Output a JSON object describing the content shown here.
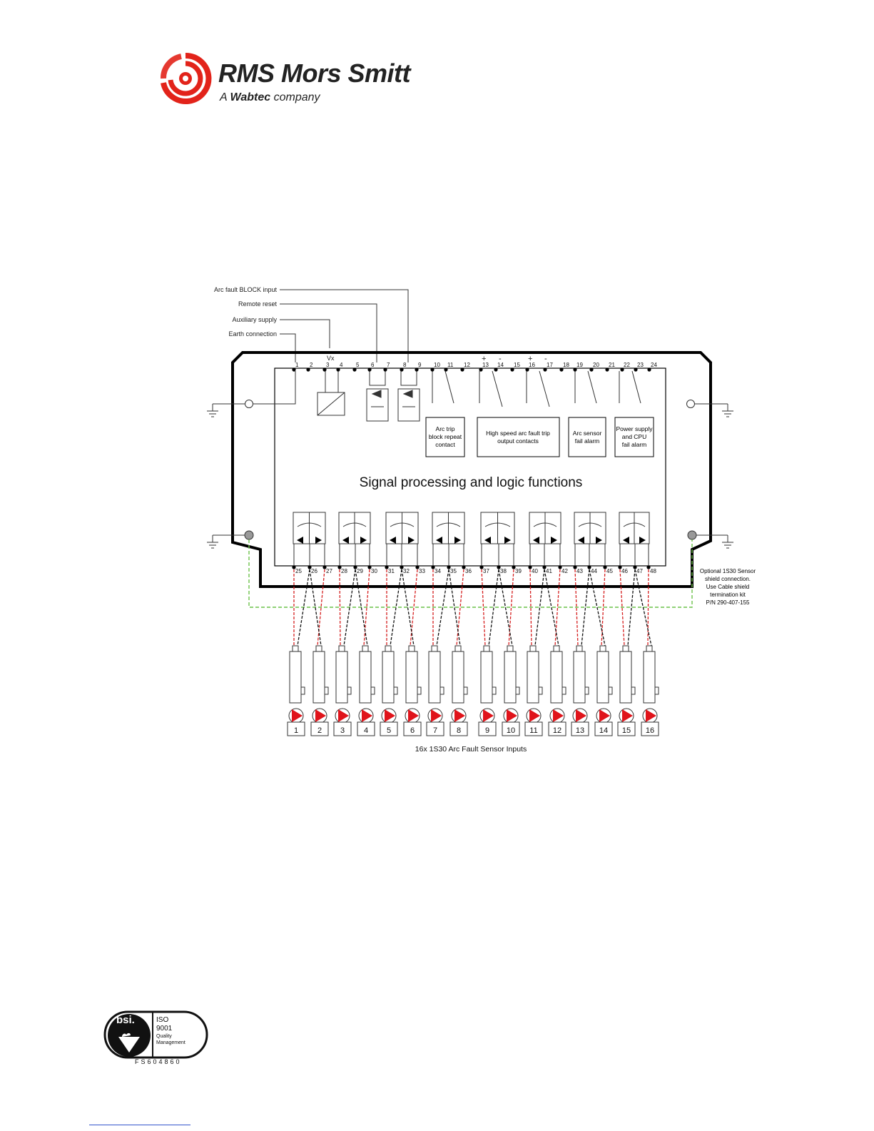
{
  "header": {
    "logo_name": "RMS Mors Smitt",
    "logo_tagline_prefix": "A",
    "logo_tagline_brand": "Wabtec",
    "logo_tagline_suffix": "company",
    "brand_color": "#e2231a"
  },
  "diagram": {
    "labels": {
      "block_input": "Arc fault BLOCK input",
      "remote_reset": "Remote reset",
      "aux_supply": "Auxiliary supply",
      "earth": "Earth connection",
      "vx": "Vx",
      "plus": "+",
      "minus": "-",
      "core_title": "Signal processing and logic functions",
      "sensors_caption": "16x 1S30 Arc Fault Sensor Inputs"
    },
    "boxes": [
      {
        "id": "arc-trip-block",
        "lines": [
          "Arc trip",
          "block repeat",
          "contact"
        ]
      },
      {
        "id": "high-speed-trip",
        "lines": [
          "High speed arc fault trip",
          "output contacts"
        ]
      },
      {
        "id": "arc-sensor-fail",
        "lines": [
          "Arc sensor",
          "fail alarm"
        ]
      },
      {
        "id": "psu-cpu-fail",
        "lines": [
          "Power supply",
          "and CPU",
          "fail alarm"
        ]
      }
    ],
    "shield_note": [
      "Optional 1S30 Sensor",
      "shield connection.",
      "Use Cable shield",
      "termination kit",
      "P/N 290-407-155"
    ],
    "top_terminals": [
      "1",
      "2",
      "3",
      "4",
      "5",
      "6",
      "7",
      "8",
      "9",
      "10",
      "11",
      "12",
      "13",
      "14",
      "15",
      "16",
      "17",
      "18",
      "19",
      "20",
      "21",
      "22",
      "23",
      "24"
    ],
    "bottom_terminals": [
      "25",
      "26",
      "27",
      "28",
      "29",
      "30",
      "31",
      "32",
      "33",
      "34",
      "35",
      "36",
      "37",
      "38",
      "39",
      "40",
      "41",
      "42",
      "43",
      "44",
      "45",
      "46",
      "47",
      "48"
    ],
    "sensors": [
      "1",
      "2",
      "3",
      "4",
      "5",
      "6",
      "7",
      "8",
      "9",
      "10",
      "11",
      "12",
      "13",
      "14",
      "15",
      "16"
    ],
    "colors": {
      "wire_red": "#d62020",
      "wire_black": "#111111",
      "shield_green": "#6cc24a",
      "sensor_red": "#e0141b"
    }
  },
  "footer": {
    "bsi_label": "bsi.",
    "iso_lines": [
      "ISO",
      "9001",
      "Quality",
      "Management"
    ],
    "cert_number": "FS604860"
  }
}
